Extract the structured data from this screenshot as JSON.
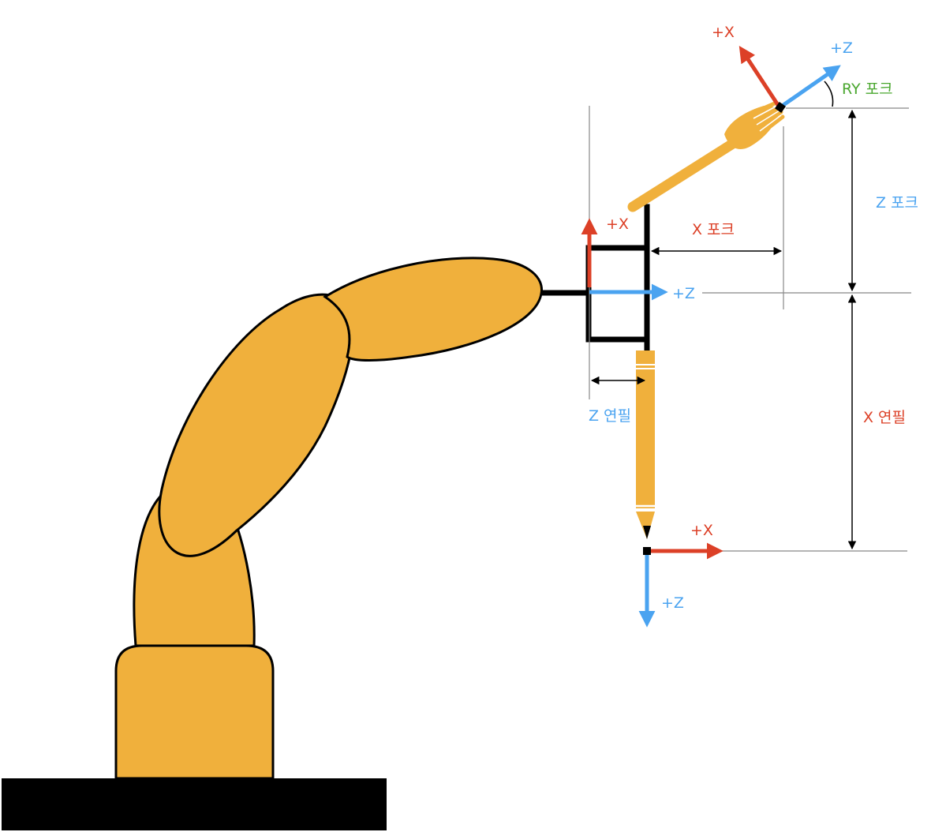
{
  "colors": {
    "robot_fill": "#f0b03c",
    "outline": "#000000",
    "x_axis": "#dc4027",
    "z_axis": "#4aa3f0",
    "rotation": "#4aa72f",
    "guide_line": "#888888",
    "base": "#000000"
  },
  "frames": {
    "flange": {
      "x_label": "+X",
      "z_label": "+Z"
    },
    "fork_tcp": {
      "x_label": "+X",
      "z_label": "+Z"
    },
    "pencil_tcp": {
      "x_label": "+X",
      "z_label": "+Z"
    }
  },
  "dimensions": {
    "ry_fork": "RY 포크",
    "z_fork": "Z 포크",
    "x_fork": "X 포크",
    "z_pencil": "Z 연필",
    "x_pencil": "X 연필"
  },
  "tools": {
    "fork_icon": "fork-icon",
    "pencil_icon": "pencil-icon"
  }
}
